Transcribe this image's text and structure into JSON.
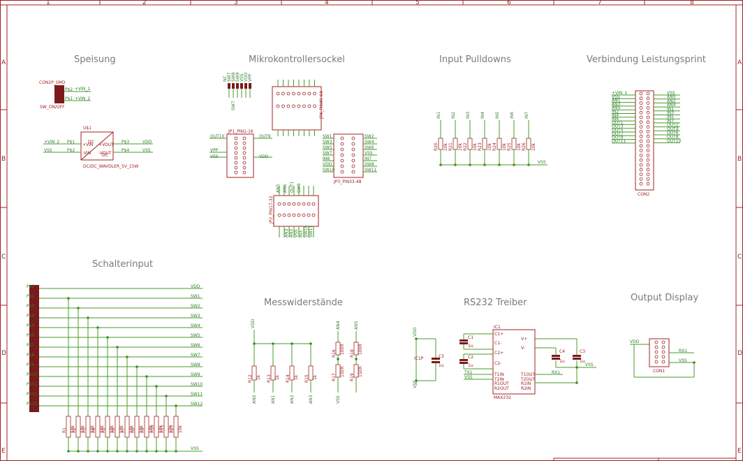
{
  "frame": {
    "columns": [
      "1",
      "2",
      "3",
      "4",
      "5",
      "6",
      "7",
      "8"
    ],
    "rows": [
      "A",
      "B",
      "C",
      "D",
      "E"
    ],
    "line_color": "#a02020",
    "net_color": "#4a9a2a"
  },
  "sections": {
    "speisung": "Speisung",
    "mikro": "Mikrokontrollersockel",
    "pulldowns": "Input Pulldowns",
    "leistung": "Verbindung Leistungsprint",
    "schalter": "Schalterinput",
    "messwid": "Messwiderstände",
    "rs232": "RS232 Treiber",
    "display": "Output Display"
  },
  "speisung": {
    "con_name": "CON2P_SMD",
    "con_sub": "SW_ON/OFF",
    "pin2": "P$2",
    "pin1": "P$1",
    "vin1": "+VIN_1",
    "vin2": "+VIN_2",
    "u_name": "U$1",
    "u_value": "DC/DC_WAVDLER_5V_15W",
    "left_in": "+VIN_2",
    "left_vss": "VSS",
    "p1": "P$1",
    "p2": "P$2",
    "p3": "P$3",
    "p4": "P$4",
    "vdd": "VDD",
    "vss": "VSS",
    "vin_plus": "+VIN",
    "vin_minus": "-VIN",
    "vout_plus": "+VOUT",
    "vout_minus": "-VOUT",
    "dc1": "DC",
    "dc2": "DC"
  },
  "mikro": {
    "jp1_name": "JP1_PIN1-16",
    "jp2_name": "JP2_PIN17-32",
    "jp3_name": "JP3_PIN33-48",
    "jp4_name": "JP4_PIN49-64",
    "out10": "OUT10",
    "out9": "OUT9",
    "vpp": "VPP",
    "vss": "VSS",
    "vdd": "VDD",
    "top_pins": [
      "NC",
      "SW7",
      "SW8",
      "SW9",
      "VSS",
      "VDD",
      "VPP"
    ],
    "jp3_left": [
      "SW1",
      "SW3",
      "SW5",
      "SW7",
      "IN8",
      "VDD",
      "SW10"
    ],
    "jp3_right": [
      "SW2",
      "SW4",
      "SW6",
      "VSS",
      "IN7",
      "SW8",
      "SW11"
    ],
    "jp2_top": [
      "AN5",
      "AN6",
      "OUT1",
      "SW9"
    ],
    "jp2_bottom": [
      "AN3",
      "AN2",
      "VSS",
      "IN3",
      "SW10",
      "SW11"
    ]
  },
  "pulldowns": {
    "inputs": [
      "IN1",
      "IN2",
      "IN3",
      "IN4",
      "IN5",
      "IN6",
      "IN7"
    ],
    "resistors": [
      "R20",
      "R21",
      "R22",
      "R23",
      "R24",
      "R25",
      "R26"
    ],
    "value": "10k",
    "vss": "VSS"
  },
  "leistung": {
    "con_name": "CON2",
    "left": [
      "+VIN_1",
      "VSS",
      "AN1",
      "AN3",
      "AN5",
      "IN2",
      "IN4",
      "IN6",
      "OUT1",
      "OUT3",
      "OUT5",
      "OUT7",
      "OUT9",
      "OUT11"
    ],
    "right": [
      "VSS",
      "AN0",
      "AN2",
      "AN4",
      "IN1",
      "IN3",
      "IN5",
      "IN7",
      "OUT2",
      "OUT4",
      "OUT6",
      "OUT8",
      "OUT10"
    ]
  },
  "schalter": {
    "pins": [
      "P$1",
      "P$2",
      "P$3",
      "P$4",
      "P$5",
      "P$6",
      "P$7",
      "P$8",
      "P$9",
      "P$10",
      "P$11",
      "P$12",
      "P$13"
    ],
    "nets": [
      "VDD",
      "SW1",
      "SW2",
      "SW3",
      "SW4",
      "SW5",
      "SW6",
      "SW7",
      "SW8",
      "SW9",
      "SW10",
      "SW11",
      "SW12"
    ],
    "resistors": [
      "R1",
      "R2",
      "R3",
      "R4",
      "R5",
      "R6",
      "R7",
      "R8",
      "R9",
      "R10",
      "R11",
      "R27"
    ],
    "value": "10k",
    "vss": "VSS"
  },
  "messwid": {
    "vdd_left": "VDD",
    "resistors": [
      "R12",
      "R13",
      "R14",
      "R15"
    ],
    "values": [
      "1k",
      "1k",
      "1k",
      "1k"
    ],
    "bottoms": [
      "AN0",
      "AN1",
      "AN2",
      "AN3"
    ],
    "right_tops": [
      "AN4",
      "AN5"
    ],
    "right_res_top": [
      "R16",
      "R18"
    ],
    "right_res_bot": [
      "R17",
      "R19"
    ],
    "right_vals_top": [
      "100R",
      "100R"
    ],
    "right_vals_bot": [
      "150R",
      "150R"
    ],
    "vss": "VSS"
  },
  "rs232": {
    "ic_name": "IC1",
    "ic_value": "MAX232",
    "icp_name": "IC1P",
    "vdd": "VDD",
    "vss": "VSS",
    "c5": "C5",
    "c5v": "1u",
    "c1": "C1",
    "c2": "C2",
    "c3": "C3",
    "c4": "C4",
    "cv": "1u",
    "pins_left": [
      "C1+",
      "C1-",
      "C2+",
      "C2-",
      "T1IN",
      "T2IN",
      "R1OUT",
      "R2OUT"
    ],
    "pins_right": [
      "V+",
      "V-",
      "T1OUT",
      "T2OUT",
      "R1IN",
      "R2IN"
    ],
    "tx1": "TX1",
    "rx1": "RX1",
    "vss2": "VSS",
    "vss3": "VSS"
  },
  "display": {
    "con_name": "CON1",
    "vdd": "VDD",
    "rx1": "RX1",
    "vss": "VSS"
  }
}
